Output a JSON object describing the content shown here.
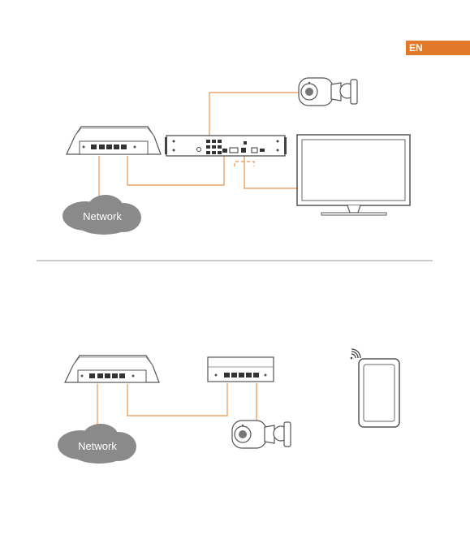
{
  "header": {
    "language_badge": "EN"
  },
  "top_diagram": {
    "cloud_label": "Network"
  },
  "bottom_diagram": {
    "cloud_label": "Network"
  },
  "colors": {
    "accent": "#e07a2a",
    "line": "#e8934a",
    "device": "#555555",
    "cloud": "#8a8a8a"
  }
}
